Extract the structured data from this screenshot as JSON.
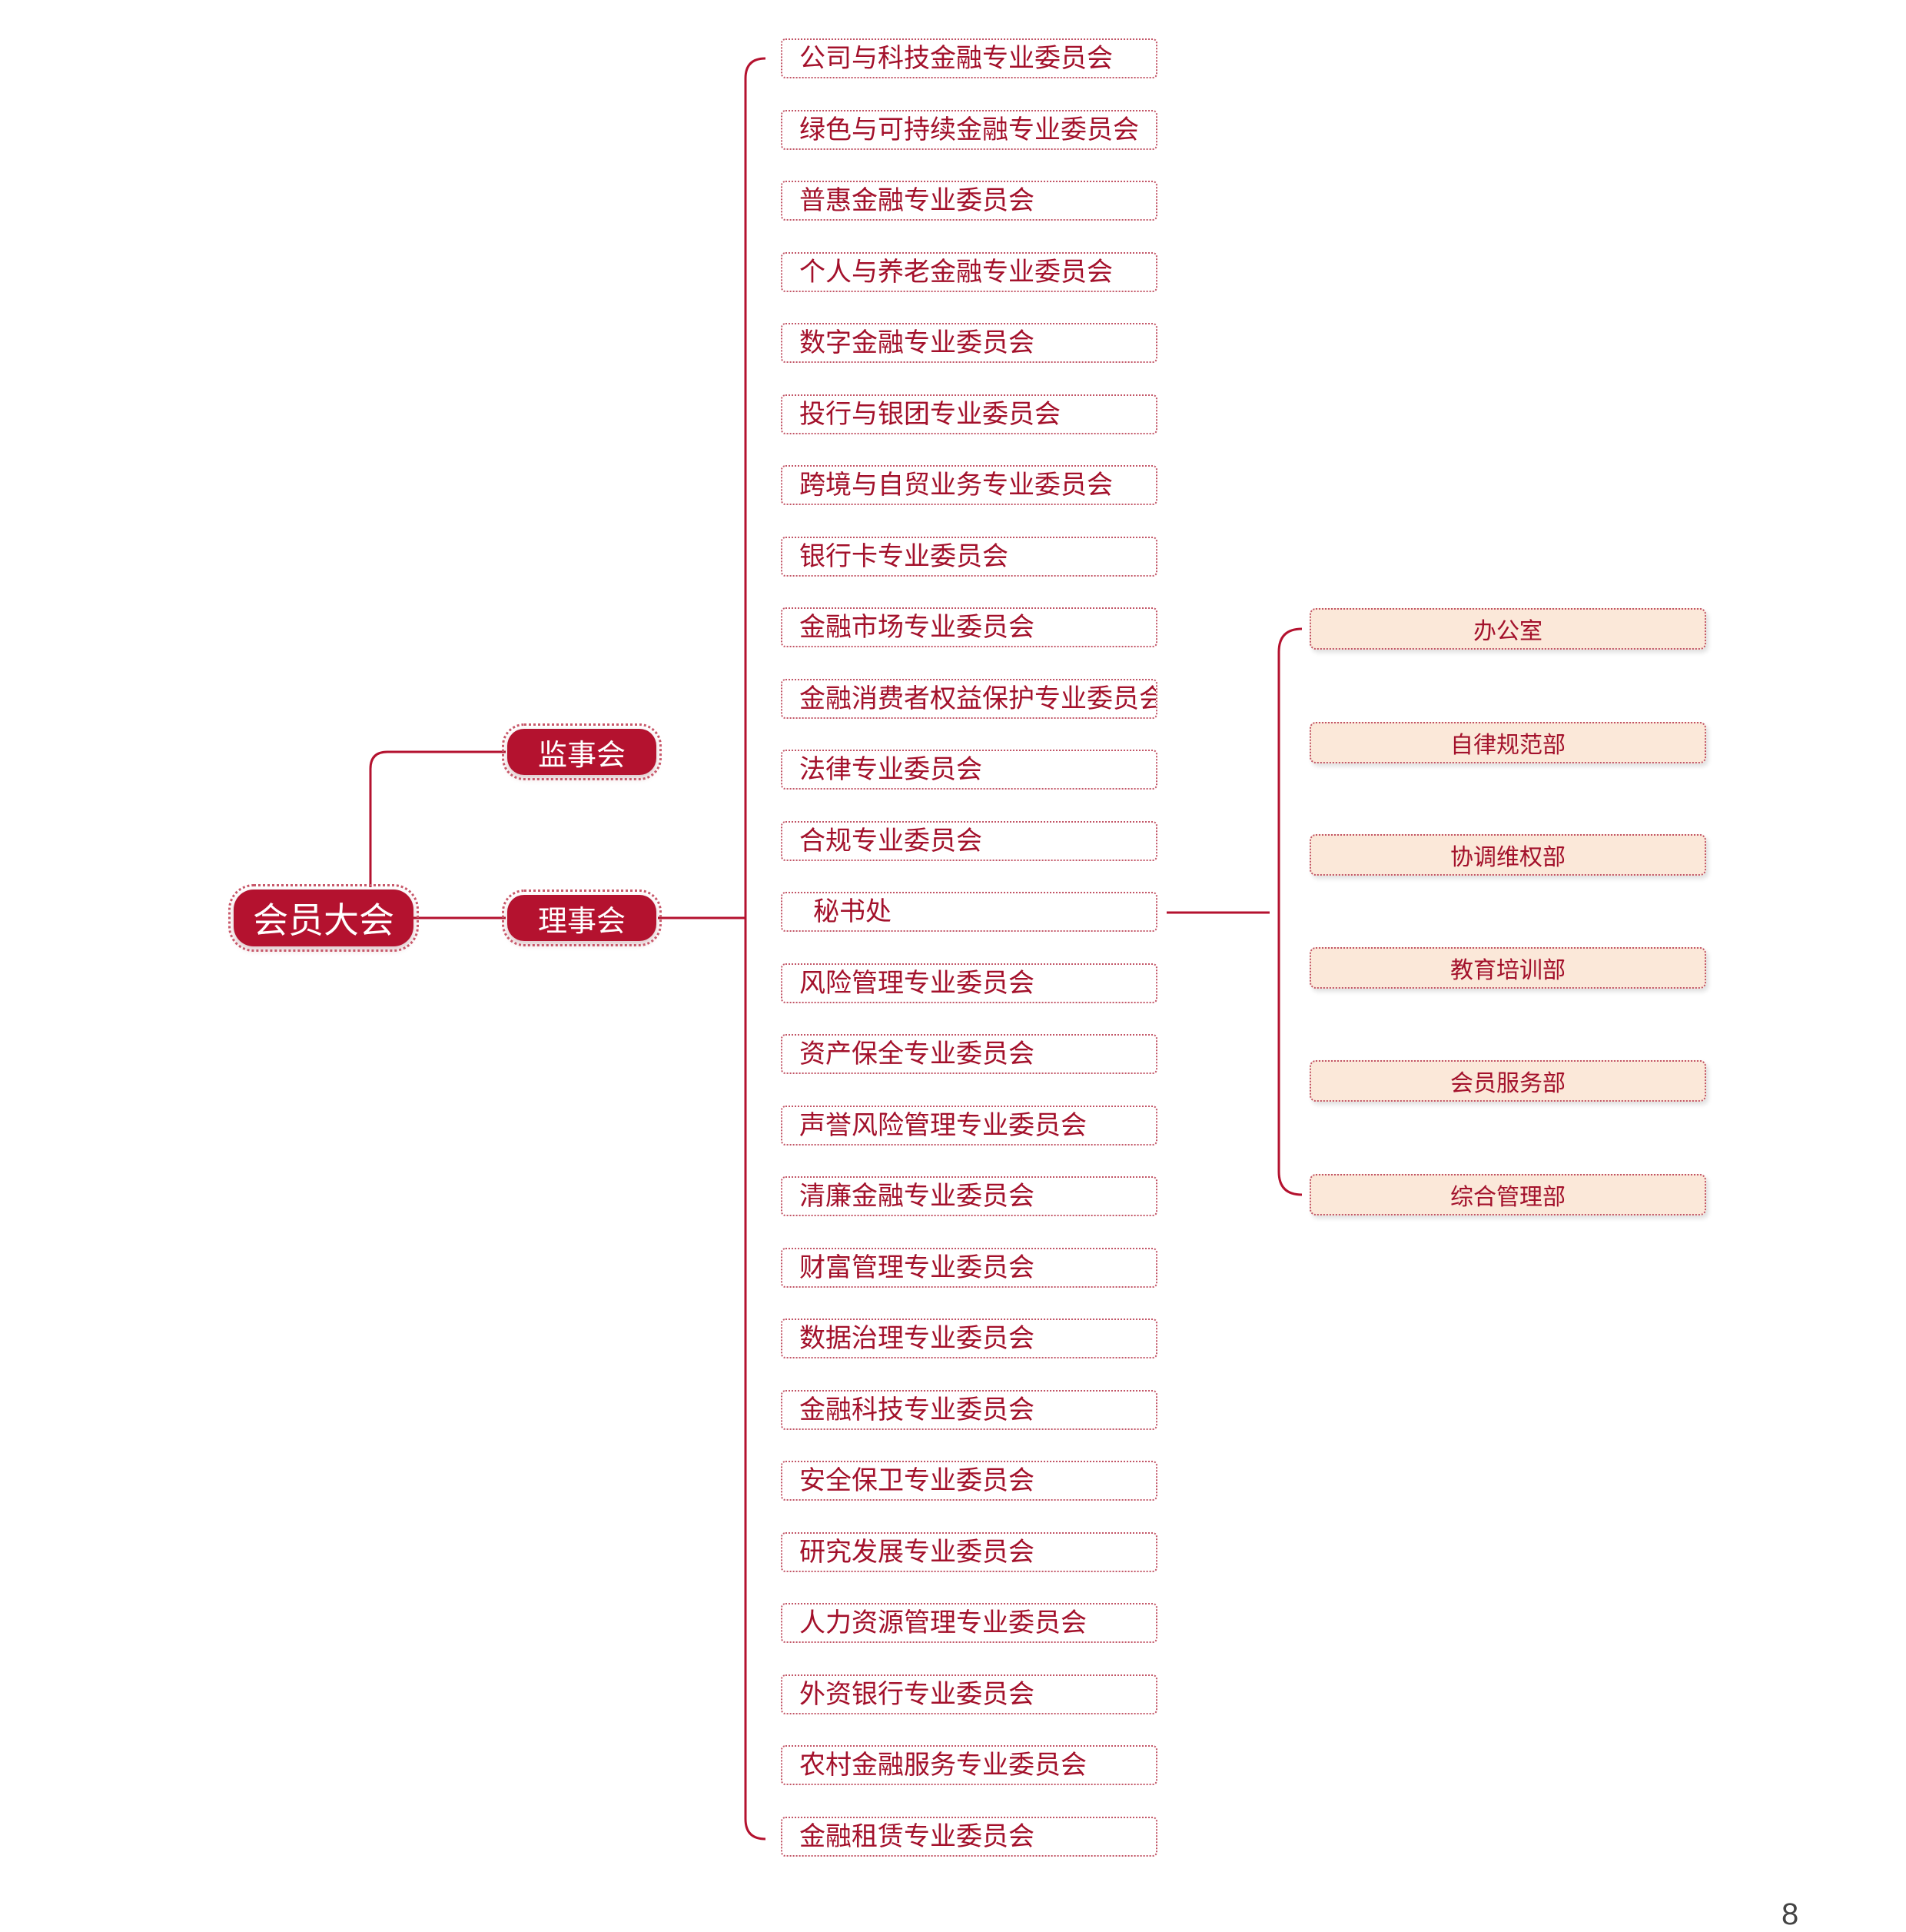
{
  "root": {
    "label": "会员大会"
  },
  "supervisory_board": {
    "label": "监事会"
  },
  "board_of_directors": {
    "label": "理事会"
  },
  "committees": [
    "公司与科技金融专业委员会",
    "绿色与可持续金融专业委员会",
    "普惠金融专业委员会",
    "个人与养老金融专业委员会",
    "数字金融专业委员会",
    "投行与银团专业委员会",
    "跨境与自贸业务专业委员会",
    "银行卡专业委员会",
    "金融市场专业委员会",
    "金融消费者权益保护专业委员会",
    "法律专业委员会",
    "合规专业委员会",
    "秘书处",
    "风险管理专业委员会",
    "资产保全专业委员会",
    "声誉风险管理专业委员会",
    "清廉金融专业委员会",
    "财富管理专业委员会",
    "数据治理专业委员会",
    "金融科技专业委员会",
    "安全保卫专业委员会",
    "研究发展专业委员会",
    "人力资源管理专业委员会",
    "外资银行专业委员会",
    "农村金融服务专业委员会",
    "金融租赁专业委员会"
  ],
  "secretariat_departments": [
    "办公室",
    "自律规范部",
    "协调维权部",
    "教育培训部",
    "会员服务部",
    "综合管理部"
  ],
  "page_number": "8",
  "colors": {
    "primary_red": "#b4122f",
    "text_red": "#a3112b",
    "dotted_border": "#c25566",
    "department_fill": "#fbe8d9",
    "connector": "#b4122f"
  }
}
